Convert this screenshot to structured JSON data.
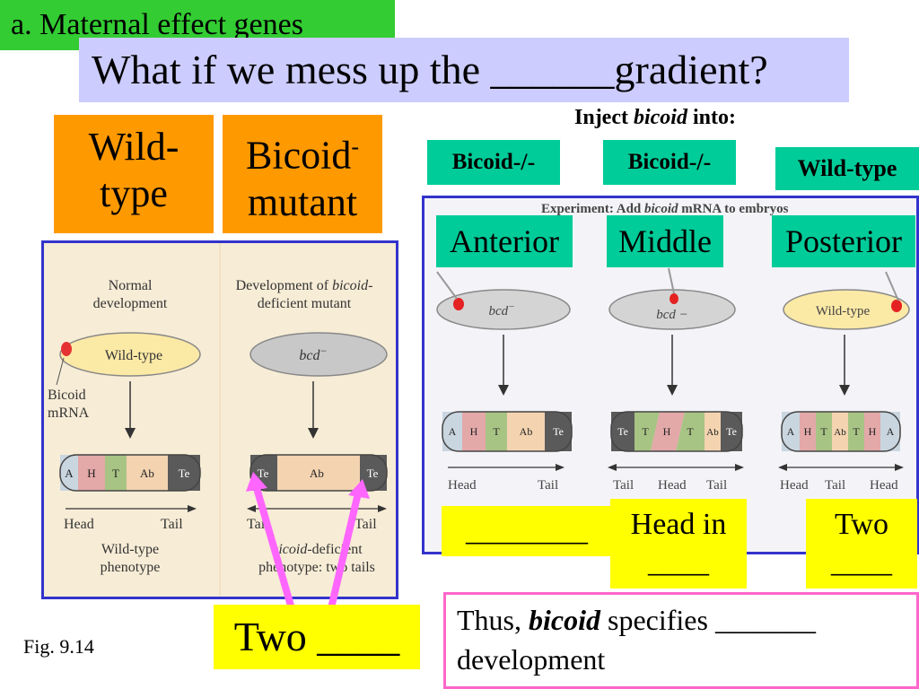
{
  "section_tag": "a. Maternal effect genes",
  "title": "What if we mess up the ______gradient?",
  "left": {
    "box_wild_type": [
      "Wild-",
      "type"
    ],
    "box_bicoid_mutant": {
      "line1": "Bicoid",
      "sup": "-",
      "line2": "mutant"
    },
    "figure": {
      "normal_caption": [
        "Normal",
        "development"
      ],
      "mutant_caption_prefix": "Development of ",
      "mutant_caption_italic": "bicoid",
      "mutant_caption_suffix": "-",
      "mutant_caption_line2": "deficient mutant",
      "wild_type_egg": "Wild-type",
      "bcd_egg": "bcd",
      "bcd_sup": "−",
      "bicoid_label": [
        "Bicoid",
        "mRNA"
      ],
      "normal_segments": [
        "A",
        "H",
        "T",
        "Ab",
        "Te"
      ],
      "mutant_segments": [
        "Te",
        "Ab",
        "Te"
      ],
      "axis_head": "Head",
      "axis_tail": "Tail",
      "wild_phenotype": [
        "Wild-type",
        "phenotype"
      ],
      "mutant_phenotype_italic": "bicoid",
      "mutant_phenotype_rest": "-deficient",
      "mutant_phenotype_line2": "phenotype: two tails"
    },
    "two_blank": "Two ____",
    "fig_label": "Fig. 9.14"
  },
  "right": {
    "inject_prefix": "Inject ",
    "inject_italic": "bicoid",
    "inject_suffix": " into:",
    "recipients": [
      {
        "label": "Bicoid",
        "sup": "-/-"
      },
      {
        "label": "Bicoid",
        "sup": "-/-"
      },
      {
        "label": "Wild-type",
        "sup": ""
      }
    ],
    "experiment_header_prefix": "Experiment: Add ",
    "experiment_header_italic": "bicoid",
    "experiment_header_suffix": " mRNA to embryos",
    "positions": [
      "Anterior",
      "Middle",
      "Posterior"
    ],
    "eggs": [
      {
        "label": "bcd",
        "sup": "−"
      },
      {
        "label": "bcd −",
        "sup": ""
      },
      {
        "label": "Wild-type",
        "sup": ""
      }
    ],
    "segments": [
      [
        "A",
        "H",
        "T",
        "Ab",
        "Te"
      ],
      [
        "Te",
        "T",
        "H",
        "T",
        "Ab",
        "Te"
      ],
      [
        "A",
        "H",
        "T",
        "Ab",
        "T",
        "H",
        "A"
      ]
    ],
    "axes": [
      [
        "Head",
        "Tail"
      ],
      [
        "Tail",
        "Head",
        "Tail"
      ],
      [
        "Head",
        "Tail",
        "Head"
      ]
    ],
    "blank_1": "________",
    "blank_2": [
      "Head in",
      "____"
    ],
    "blank_3": [
      "Two",
      "____"
    ]
  },
  "conclusion": {
    "prefix": "Thus, ",
    "bold_italic": "bicoid",
    "suffix": " specifies _______",
    "line2": "development"
  },
  "colors": {
    "section_tag": "#33cc33",
    "title_bg": "#ccccff",
    "orange": "#ff9900",
    "teal": "#00cc99",
    "panel_border": "#3333cc",
    "yellow": "#ffff00",
    "pink": "#ff66cc",
    "arrow_magenta": "#ff66ff"
  }
}
